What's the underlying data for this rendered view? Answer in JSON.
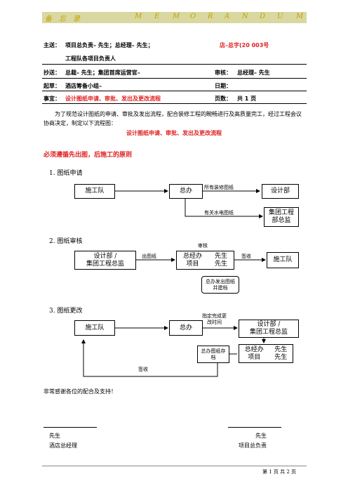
{
  "header": {
    "memo_cn": "备忘录",
    "memo_letters": [
      "M",
      "E",
      "M",
      "O",
      "R",
      "A",
      "N",
      "D",
      "U",
      "M"
    ]
  },
  "fields": {
    "to_label": "主送：",
    "to_value": "项目总负责–    先生；总经理– 先生；",
    "to_value2": "工程队各项目负责人",
    "ref_no": "店–总字(20    003号",
    "cc_label": "抄送：",
    "cc_value": "总裁– 先生；集团首席运营官–",
    "review_label": "审核：",
    "review_value": "总经理– 先生",
    "draft_label": "起草：",
    "draft_value": "酒店筹备小组–",
    "date_label": "日期：",
    "subject_label": "事宜：",
    "subject_value": "设计图纸申请、审批、发出及更改流程",
    "pages_label": "页数：",
    "pages_value": "共 1 页"
  },
  "intro": {
    "paragraph": "为了规范设计图纸的申请、审批及发出流程，配合装修工程的畹畅进行及高质量完工，经过工程会议协商决定，制定以下流程图：",
    "title": "设计图纸申请、审批、发出及更改流程"
  },
  "principle": "必须遵循先出图，后施工的原则",
  "flow1": {
    "title": "1.  图纸申请",
    "team": "施工队",
    "office": "总办",
    "design": "设计部",
    "director": "集团工程部总监",
    "label_decor": "所有装修图纸",
    "label_mep": "有关水电图纸"
  },
  "flow2": {
    "title": "2.  图纸审核",
    "design": "设计部 /\n集团工程总监",
    "label_issue": "出图纸",
    "label_review": "审核",
    "reviewers_left": "总经办\n项目",
    "reviewers_right": "先生\n先生",
    "label_sign": "签收",
    "team": "施工队",
    "note": "总办发出图纸\n并建档"
  },
  "flow3": {
    "title": "3.  图纸更改",
    "team": "施工队",
    "office": "总办",
    "label_assign": "指定完成更\n改时间",
    "design": "设计部 /\n集团工程总监",
    "note": "总办图纸存\n档",
    "reviewers_left": "总经办\n项目",
    "reviewers_right": "先生\n先生",
    "label_sign": "签收"
  },
  "thanks": "非常感谢各位的配合及支持！",
  "signatures": {
    "left_name": "先生",
    "left_title": "酒店总经理",
    "right_name": "先生",
    "right_title": "项目总负责"
  },
  "footer": "第 1 页 共 2 页"
}
